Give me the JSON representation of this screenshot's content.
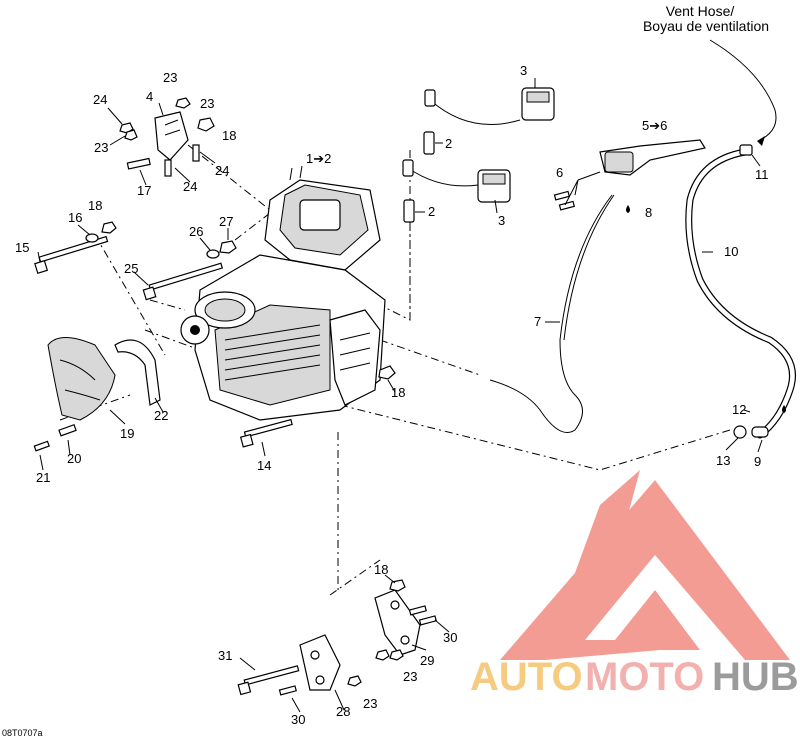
{
  "diagram": {
    "code": "08T0707a",
    "vent_note_line1": "Vent Hose/",
    "vent_note_line2": "Boyau de ventilation",
    "labels": [
      {
        "id": "l1",
        "text": "1➔2"
      },
      {
        "id": "l2a",
        "text": "2"
      },
      {
        "id": "l2b",
        "text": "2"
      },
      {
        "id": "l3a",
        "text": "3"
      },
      {
        "id": "l3b",
        "text": "3"
      },
      {
        "id": "l4",
        "text": "4"
      },
      {
        "id": "l5",
        "text": "5➔6"
      },
      {
        "id": "l6",
        "text": "6"
      },
      {
        "id": "l7",
        "text": "7"
      },
      {
        "id": "l8",
        "text": "8"
      },
      {
        "id": "l9",
        "text": "9"
      },
      {
        "id": "l10",
        "text": "10"
      },
      {
        "id": "l11",
        "text": "11"
      },
      {
        "id": "l12",
        "text": "12"
      },
      {
        "id": "l13",
        "text": "13"
      },
      {
        "id": "l14",
        "text": "14"
      },
      {
        "id": "l15",
        "text": "15"
      },
      {
        "id": "l16",
        "text": "16"
      },
      {
        "id": "l17",
        "text": "17"
      },
      {
        "id": "l18a",
        "text": "18"
      },
      {
        "id": "l18b",
        "text": "18"
      },
      {
        "id": "l18c",
        "text": "18"
      },
      {
        "id": "l18d",
        "text": "18"
      },
      {
        "id": "l19",
        "text": "19"
      },
      {
        "id": "l20",
        "text": "20"
      },
      {
        "id": "l21",
        "text": "21"
      },
      {
        "id": "l22",
        "text": "22"
      },
      {
        "id": "l23a",
        "text": "23"
      },
      {
        "id": "l23b",
        "text": "23"
      },
      {
        "id": "l23c",
        "text": "23"
      },
      {
        "id": "l23d",
        "text": "23"
      },
      {
        "id": "l23e",
        "text": "23"
      },
      {
        "id": "l24a",
        "text": "24"
      },
      {
        "id": "l24b",
        "text": "24"
      },
      {
        "id": "l24c",
        "text": "24"
      },
      {
        "id": "l25",
        "text": "25"
      },
      {
        "id": "l26",
        "text": "26"
      },
      {
        "id": "l27",
        "text": "27"
      },
      {
        "id": "l28",
        "text": "28"
      },
      {
        "id": "l29",
        "text": "29"
      },
      {
        "id": "l30a",
        "text": "30"
      },
      {
        "id": "l30b",
        "text": "30"
      },
      {
        "id": "l31",
        "text": "31"
      }
    ]
  },
  "watermark": {
    "brand_part1": "AUTO",
    "brand_part2": "MOTO",
    "brand_part3": "HUB",
    "color_part1": "#f5c26b",
    "color_part2": "#f0a4a0",
    "color_part3": "#8a8a8a",
    "logo_color": "#f28b82"
  }
}
